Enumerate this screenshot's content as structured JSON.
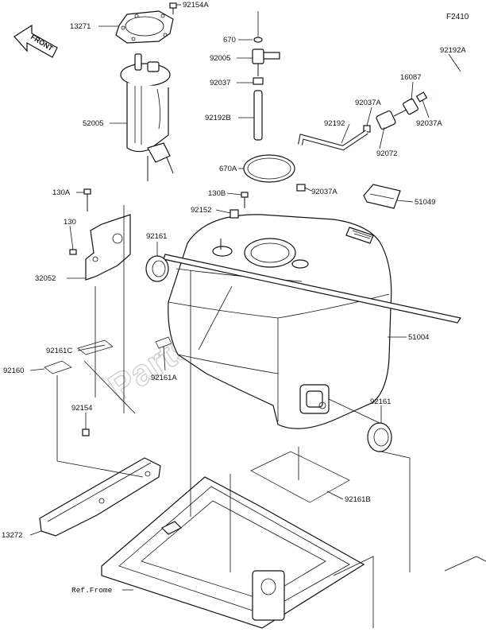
{
  "figure_code": "F2410",
  "front_marker": "FRONT",
  "watermark": "PartsRepublik",
  "reference_note": "Ref.Frome",
  "part_labels": {
    "p13271": "13271",
    "p92154A": "92154A",
    "p52005": "52005",
    "p670": "670",
    "p92005": "92005",
    "p92037_top": "92037",
    "p92192B": "92192B",
    "p670A": "670A",
    "p92192A": "92192A",
    "p16087": "16087",
    "p92037A_a": "92037A",
    "p92037A_b": "92037A",
    "p92192": "92192",
    "p92072": "92072",
    "p92037A_c": "92037A",
    "p51049": "51049",
    "p130A": "130A",
    "p130B": "130B",
    "p92152": "92152",
    "p130": "130",
    "p92161_a": "92161",
    "p32052": "32052",
    "p51004": "51004",
    "p92161C": "92161C",
    "p92160": "92160",
    "p92161A": "92161A",
    "p92154": "92154",
    "p92161_b": "92161",
    "p92161B": "92161B",
    "p13272": "13272"
  }
}
